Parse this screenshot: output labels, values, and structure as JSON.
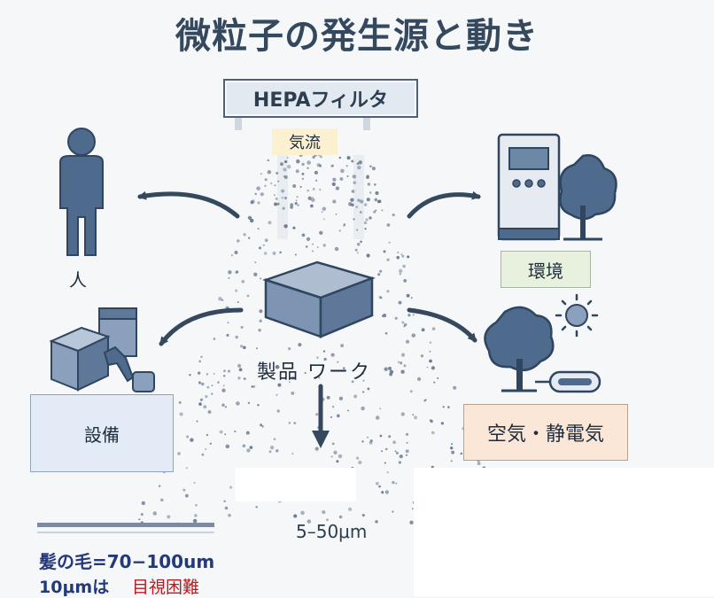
{
  "title": "微粒子の発生源と動き",
  "hepa_label": "HEPAフィルタ",
  "airflow_label": "気流",
  "sources": {
    "human": "人",
    "environment": "環境",
    "equipment": "設備",
    "air_static": "空気・静電気"
  },
  "work_label": "製品 ワーク",
  "particle_size": "5–50μm",
  "legend": {
    "hair": "髪の毛=70−100um",
    "ten_um": "10μmは",
    "hard_to_see": "目視困難"
  },
  "colors": {
    "icon": "#4e6a8c",
    "icon_dark": "#2f4560",
    "arrow": "#34495e",
    "particle": "#5d7189",
    "highlight_red": "#c0181c"
  }
}
